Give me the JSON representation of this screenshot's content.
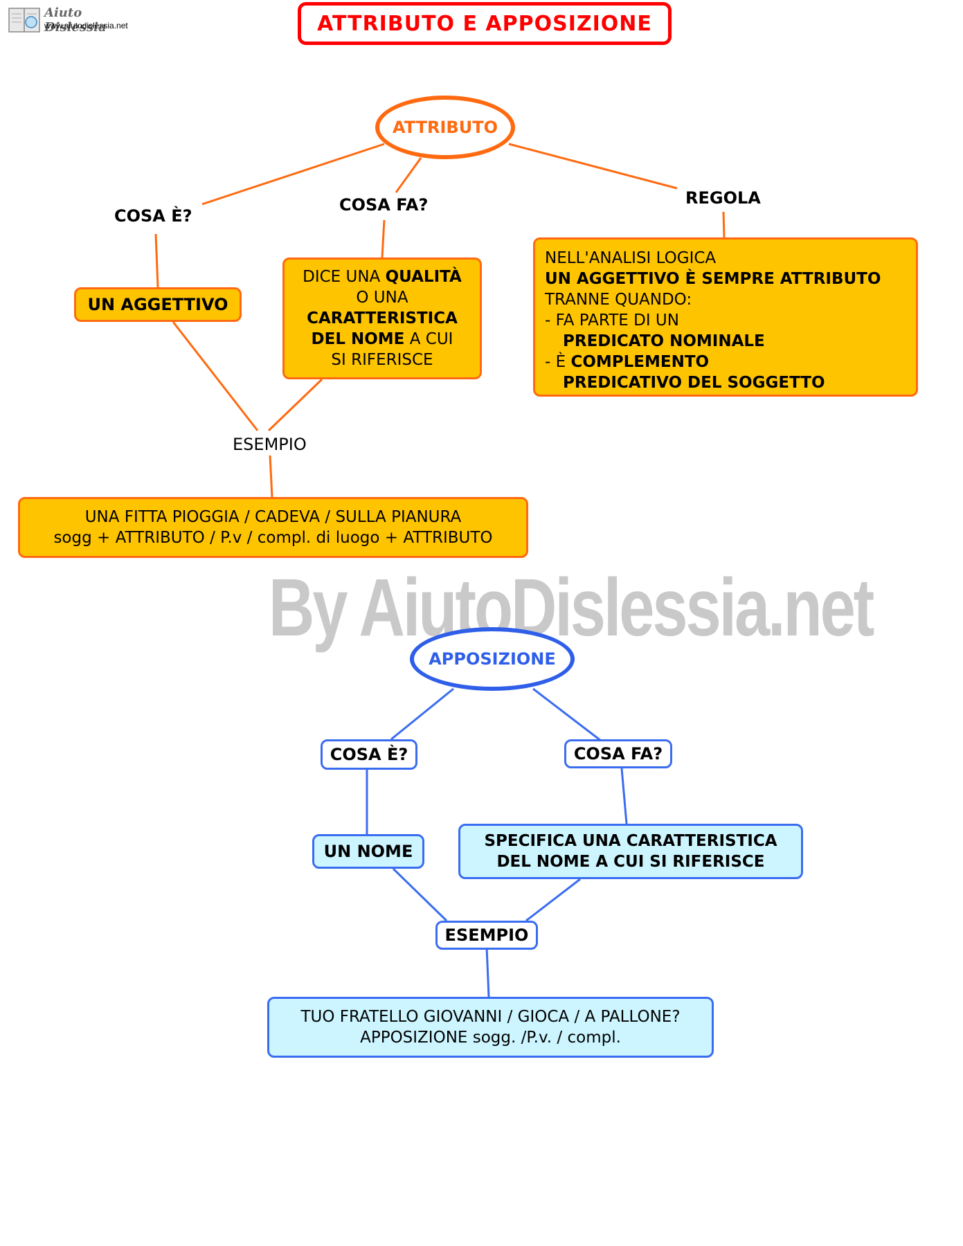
{
  "header": {
    "title": "ATTRIBUTO E APPOSIZIONE",
    "logo_name": "Aiuto Dislessia",
    "logo_url": "www.aiutodislessia.net"
  },
  "watermark": "By AiutoDislessia.net",
  "attributo": {
    "root": "ATTRIBUTO",
    "cosa_e": "COSA È?",
    "cosa_fa": "COSA FA?",
    "regola": "REGOLA",
    "un_aggettivo": "UN AGGETTIVO",
    "qualita": {
      "l1a": "DICE UNA ",
      "l1b": "QUALITÀ",
      "l2": "O UNA",
      "l3": "CARATTERISTICA",
      "l4a": "DEL NOME",
      "l4b": " A CUI",
      "l5": "SI RIFERISCE"
    },
    "regola_box": {
      "l1": "NELL'ANALISI LOGICA",
      "l2": "UN AGGETTIVO È SEMPRE ATTRIBUTO",
      "l3": "TRANNE QUANDO:",
      "l4": "- FA PARTE DI UN",
      "l5": "PREDICATO NOMINALE",
      "l6a": "- È ",
      "l6b": "COMPLEMENTO",
      "l7": "PREDICATIVO DEL SOGGETTO"
    },
    "esempio": "ESEMPIO",
    "example_box": {
      "l1": "UNA FITTA PIOGGIA / CADEVA / SULLA PIANURA",
      "l2": "sogg + ATTRIBUTO / P.v / compl. di luogo + ATTRIBUTO"
    }
  },
  "apposizione": {
    "root": "APPOSIZIONE",
    "cosa_e": "COSA È?",
    "cosa_fa": "COSA FA?",
    "un_nome": "UN NOME",
    "specifica": {
      "l1": "SPECIFICA UNA CARATTERISTICA",
      "l2": "DEL NOME A CUI SI RIFERISCE"
    },
    "esempio": "ESEMPIO",
    "example_box": {
      "l1": "TUO FRATELLO GIOVANNI / GIOCA / A PALLONE?",
      "l2": "APPOSIZIONE sogg. /P.v. / compl."
    }
  },
  "colors": {
    "orange": "#ff6a10",
    "yellow": "#ffc400",
    "blue": "#2f5ee8",
    "light_blue": "#ccf5ff",
    "red": "#ff0000"
  }
}
